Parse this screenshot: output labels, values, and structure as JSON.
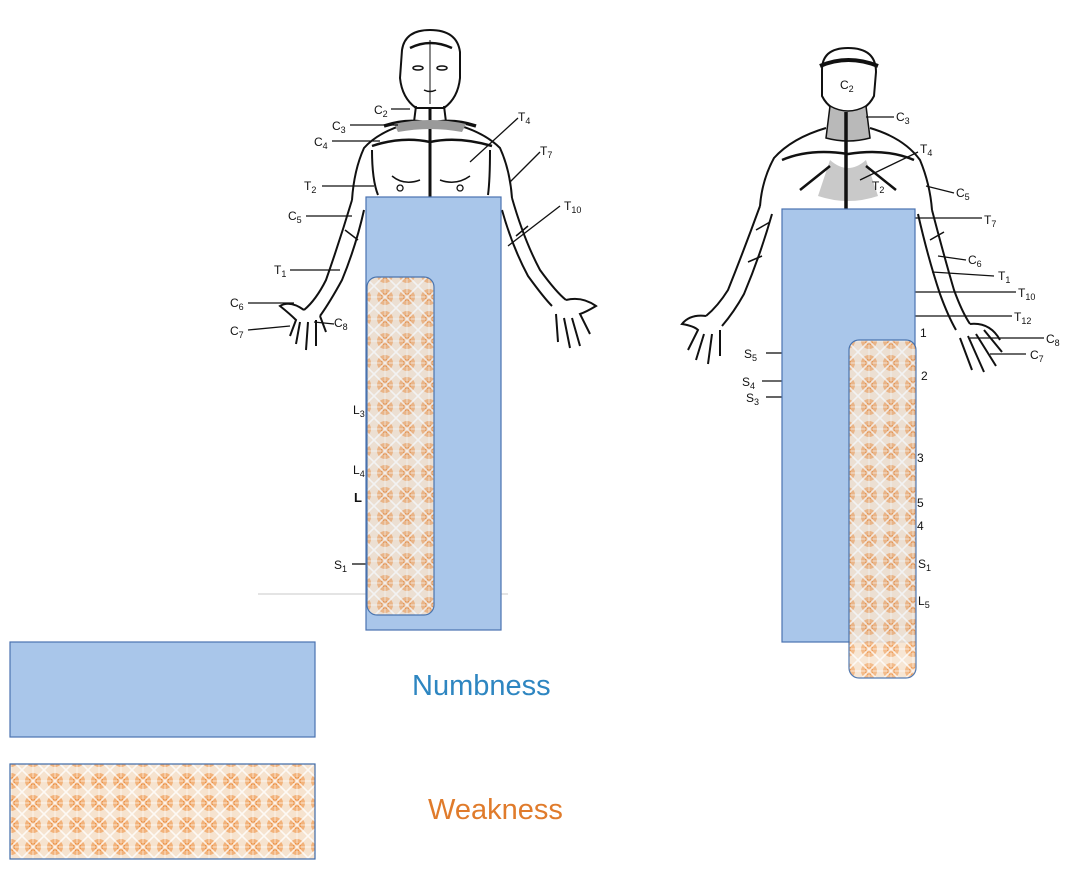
{
  "colors": {
    "numbness_fill": "#a9c6ea",
    "numbness_stroke": "#4a72b0",
    "weakness_orange": "#e8842e",
    "weakness_stroke": "#3e6aa8",
    "numbness_text": "#2e86c1",
    "weakness_text": "#e07b2b"
  },
  "front_labels": {
    "c2": "C2",
    "c3": "C3",
    "c4": "C4",
    "t4": "T4",
    "t7": "T7",
    "t2": "T2",
    "t10": "T10",
    "c5": "C5",
    "t1": "T1",
    "c6": "C6",
    "c7": "C7",
    "c8": "C8",
    "l3": "L3",
    "l4": "L4",
    "l5": "L",
    "s1": "S1"
  },
  "back_labels": {
    "c2": "C2",
    "c3": "C3",
    "t4": "T4",
    "t2": "T2",
    "c5": "C5",
    "t7": "T7",
    "c6": "C6",
    "t1": "T1",
    "t10": "T10",
    "t12": "T12",
    "c8": "C8",
    "c7": "C7",
    "s5": "S5",
    "s4": "S4",
    "s3": "S3",
    "l1": "1",
    "l2": "2",
    "l3": "3",
    "l5n": "5",
    "l4": "4",
    "s1": "S1",
    "l5": "L5"
  },
  "legend": {
    "numbness": "Numbness",
    "weakness": "Weakness"
  }
}
